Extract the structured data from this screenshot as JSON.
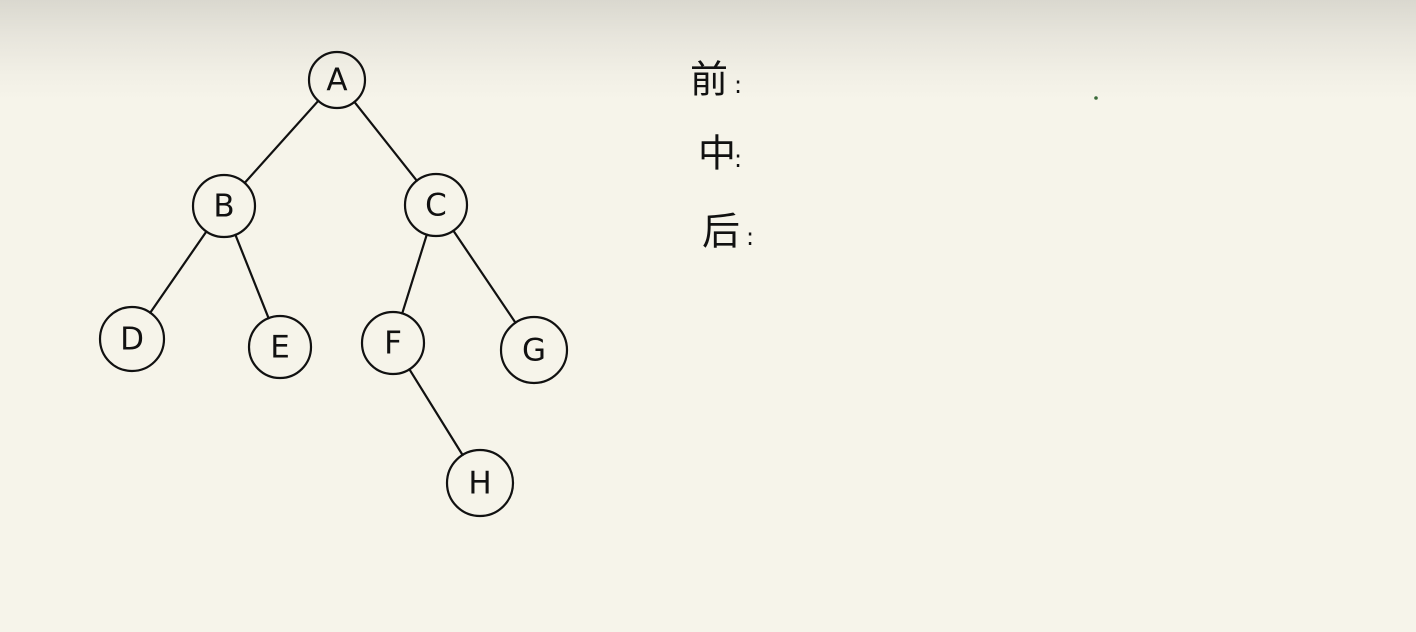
{
  "tree": {
    "nodes": [
      {
        "id": "A",
        "label": "A"
      },
      {
        "id": "B",
        "label": "B"
      },
      {
        "id": "C",
        "label": "C"
      },
      {
        "id": "D",
        "label": "D"
      },
      {
        "id": "E",
        "label": "E"
      },
      {
        "id": "F",
        "label": "F"
      },
      {
        "id": "G",
        "label": "G"
      },
      {
        "id": "H",
        "label": "H"
      }
    ],
    "edges": [
      [
        "A",
        "B"
      ],
      [
        "A",
        "C"
      ],
      [
        "B",
        "D"
      ],
      [
        "B",
        "E"
      ],
      [
        "C",
        "F"
      ],
      [
        "C",
        "G"
      ],
      [
        "F",
        "H"
      ]
    ]
  },
  "traversals": {
    "preorder_label": "前",
    "inorder_label": "中",
    "postorder_label": "后",
    "separator": ":"
  },
  "colors": {
    "ink": "#111111",
    "paper": "#f6f4ea",
    "dot": "#3a6b3a"
  }
}
